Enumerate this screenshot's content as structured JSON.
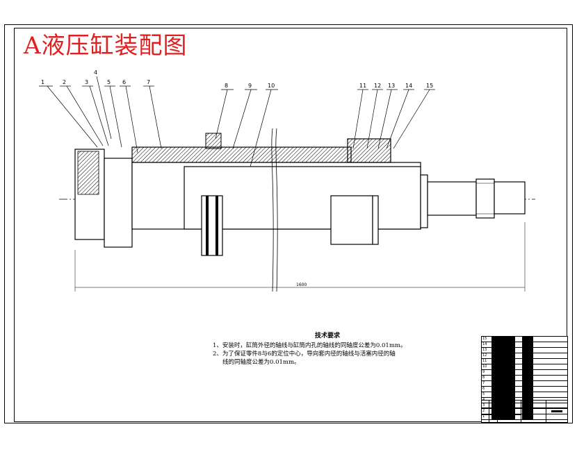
{
  "title": "A液压缸装配图",
  "balloons": [
    "1",
    "2",
    "3",
    "4",
    "5",
    "6",
    "7",
    "8",
    "9",
    "10",
    "11",
    "12",
    "13",
    "14",
    "15"
  ],
  "dimension_total": "1600",
  "tech_requirements": {
    "heading": "技术要求",
    "lines": [
      "1、安装时，缸筒外径的轴线与缸筒内孔的轴线的同轴度公差为0.01mm。",
      "2、为了保证零件8与6的定位中心，导向套内径的轴线与活塞内径的轴",
      "线的同轴度公差为0.01mm。"
    ]
  },
  "parts_list": [
    {
      "no": "15"
    },
    {
      "no": "14"
    },
    {
      "no": "13"
    },
    {
      "no": "12"
    },
    {
      "no": "11"
    },
    {
      "no": "10"
    },
    {
      "no": "9"
    },
    {
      "no": "8"
    },
    {
      "no": "7"
    },
    {
      "no": "6"
    },
    {
      "no": "5"
    },
    {
      "no": "4"
    },
    {
      "no": "3"
    },
    {
      "no": "2"
    },
    {
      "no": "1"
    }
  ],
  "colors": {
    "title": "#e02020",
    "lines": "#000000"
  }
}
